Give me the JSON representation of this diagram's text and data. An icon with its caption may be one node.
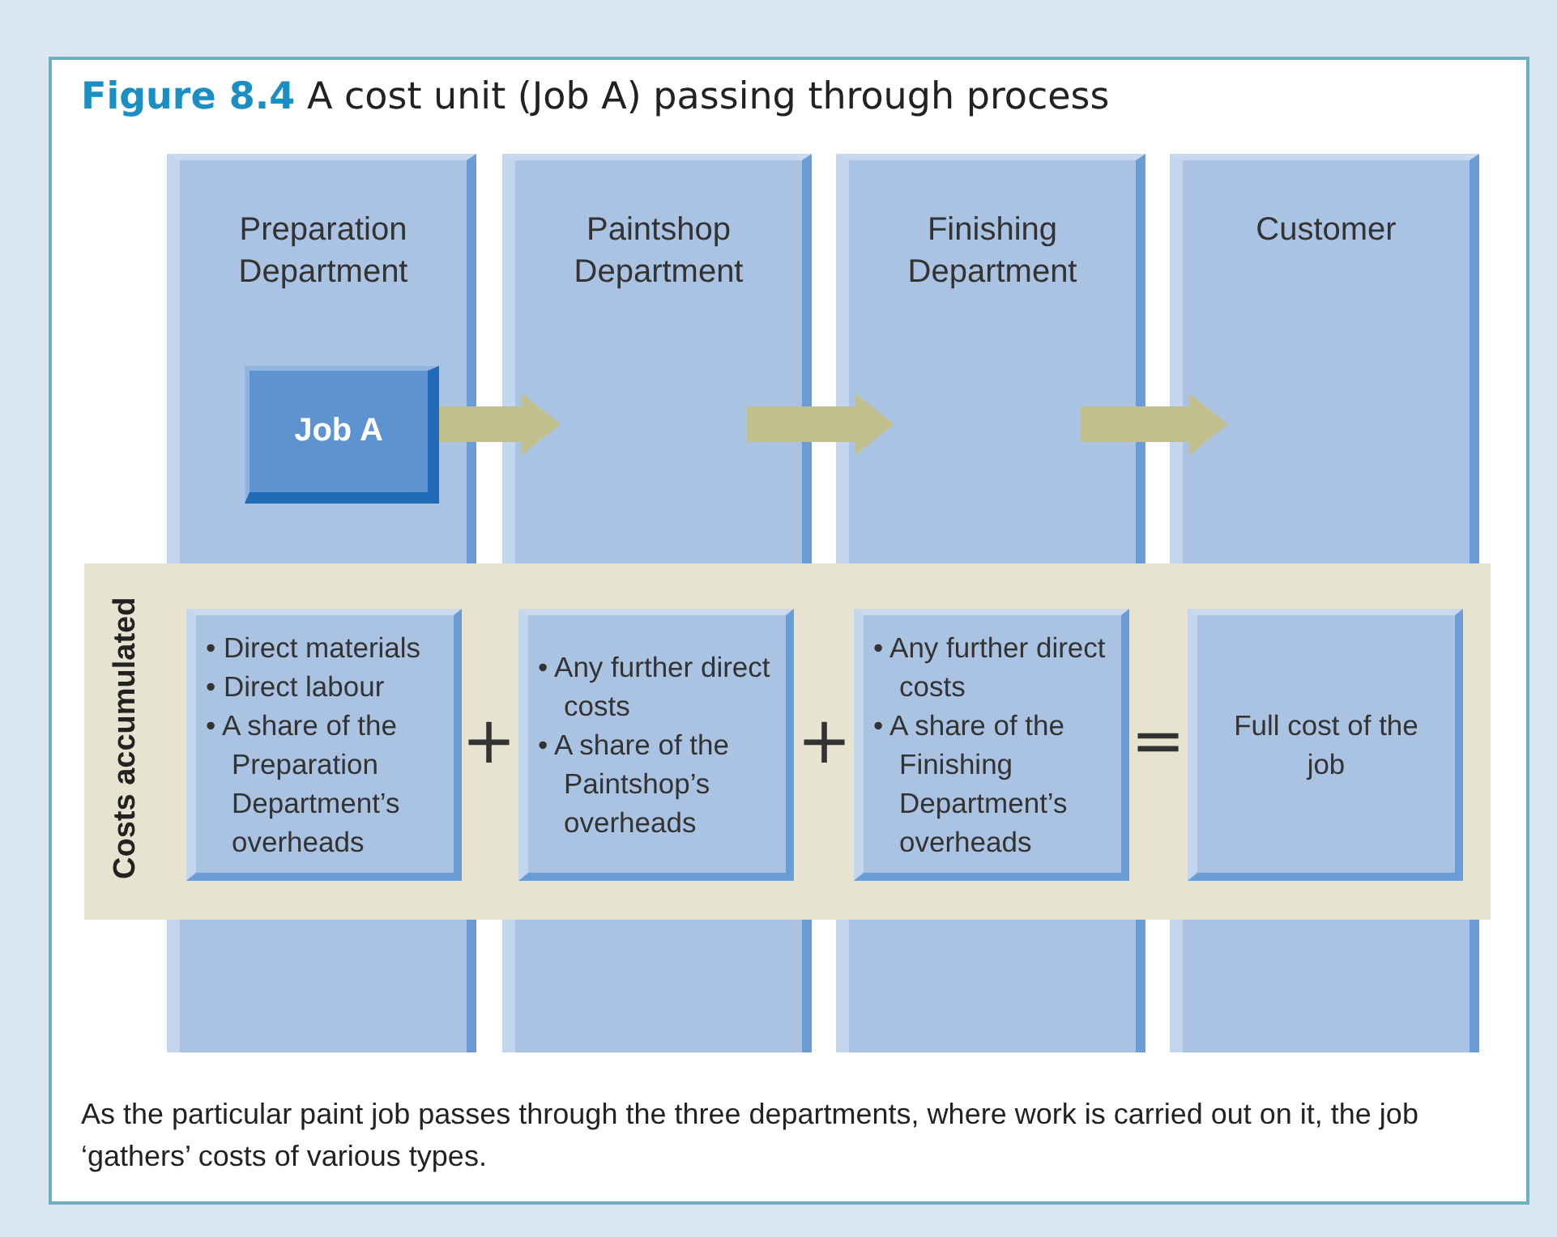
{
  "diagram": {
    "title": "**Figure 8.4** A cost unit (Job A) passing through process",
    "nodes": [
      {
        "text": [
          "Preparation Department"
        ]
      },
      {
        "text": [
          "Paintshop Department"
        ]
      },
      {
        "text": [
          "Finishing Department"
        ]
      },
      {
        "text": [
          "Customer"
        ]
      },
      {
        "text": [
          "Job A"
        ],
        "in": 0
      },
      {
        "text": [
          "Costs accumulated"
        ]
      },
      {
        "text": [
          "• Direct materials",
          "• Direct labour",
          "• A share of the Preparation Department’s overheads"
        ]
      },
      {
        "text": [
          "• Any further direct costs",
          "• A share of the Paintshop’s overheads"
        ]
      },
      {
        "text": [
          "• Any further direct costs",
          "• A share of the Finishing Department’s overheads"
        ]
      },
      {
        "text": [
          "Full cost of the job"
        ]
      }
    ],
    "edges": [
      {
        "from": 4,
        "to": 1,
        "arrow": "to"
      },
      {
        "from": 1,
        "to": 2,
        "arrow": "to"
      },
      {
        "from": 2,
        "to": 3,
        "arrow": "to"
      }
    ],
    "labels": [
      "+",
      "+",
      "="
    ],
    "caption": "As the particular paint job passes through the three departments, where work is carried out on it, the job ‘gathers’ costs of various types."
  }
}
